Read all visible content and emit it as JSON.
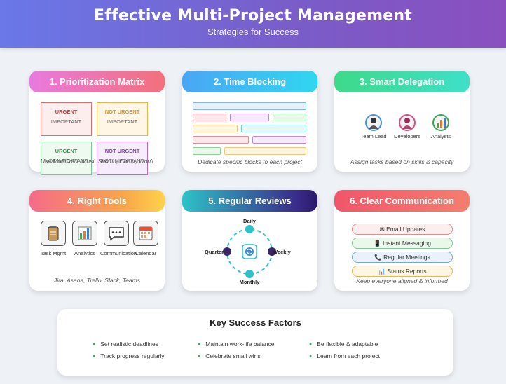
{
  "header": {
    "title": "Effective Multi-Project Management",
    "subtitle": "Strategies for Success"
  },
  "cards": [
    {
      "title": "1. Prioritization Matrix",
      "caption": "Use MoSCoW: Must, Should, Could, Won't",
      "quadrants": [
        {
          "top": "URGENT",
          "bottom": "IMPORTANT"
        },
        {
          "top": "NOT URGENT",
          "bottom": "IMPORTANT"
        },
        {
          "top": "URGENT",
          "bottom": "NOT IMPORTANT"
        },
        {
          "top": "NOT URGENT",
          "bottom": "NOT IMPORTANT"
        }
      ]
    },
    {
      "title": "2. Time Blocking",
      "caption": "Dedicate specific blocks to each project"
    },
    {
      "title": "3. Smart Delegation",
      "caption": "Assign tasks based on skills & capacity",
      "people": [
        "Team Lead",
        "Developers",
        "Analysts"
      ]
    },
    {
      "title": "4. Right Tools",
      "caption": "Jira, Asana, Trello, Slack, Teams",
      "tools": [
        {
          "label": "Task Mgmt",
          "icon": "clipboard-icon"
        },
        {
          "label": "Analytics",
          "icon": "bar-chart-icon"
        },
        {
          "label": "Communication",
          "icon": "chat-bubble-icon"
        },
        {
          "label": "Calendar",
          "icon": "calendar-icon"
        }
      ]
    },
    {
      "title": "5. Regular Reviews",
      "cycle": {
        "top": "Daily",
        "right": "Weekly",
        "bottom": "Monthly",
        "left": "Quarterly"
      }
    },
    {
      "title": "6. Clear Communication",
      "caption": "Keep everyone aligned & informed",
      "channels": [
        {
          "icon": "✉",
          "label": "Email Updates"
        },
        {
          "icon": "📱",
          "label": "Instant Messaging"
        },
        {
          "icon": "📞",
          "label": "Regular Meetings"
        },
        {
          "icon": "📊",
          "label": "Status Reports"
        }
      ]
    }
  ],
  "factors": {
    "title": "Key Success Factors",
    "items": [
      "Set realistic deadlines",
      "Maintain work-life balance",
      "Be flexible & adaptable",
      "Track progress regularly",
      "Celebrate small wins",
      "Learn from each project"
    ]
  },
  "colors": {
    "accent_green": "#2fb25a",
    "header_start": "#6a78e8",
    "header_end": "#8a4fbf"
  }
}
